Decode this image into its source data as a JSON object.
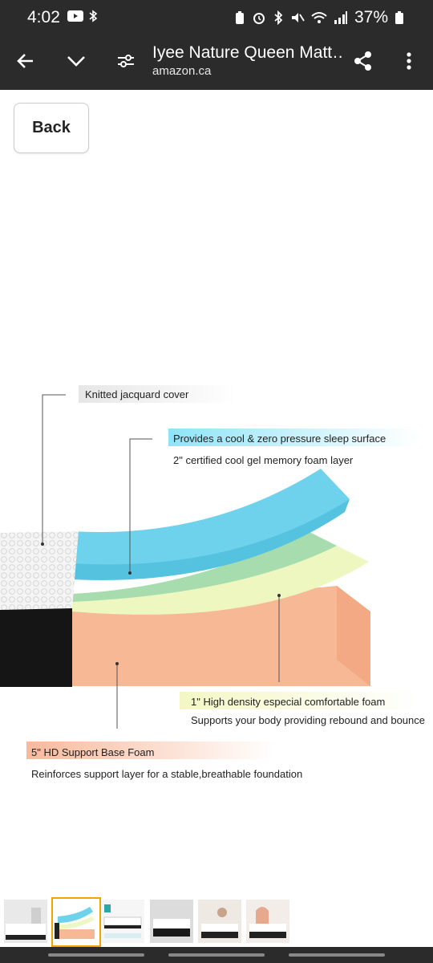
{
  "status_bar": {
    "time": "4:02",
    "battery": "37%"
  },
  "toolbar": {
    "title": "Iyee Nature Queen Matt…",
    "subtitle": "amazon.ca"
  },
  "page": {
    "back_label": "Back"
  },
  "diagram": {
    "labels": [
      "Knitted jacquard cover",
      "Provides a cool & zero pressure sleep surface",
      "2\" certified cool gel memory foam layer",
      "1\" High density especial comfortable foam",
      "Supports your body providing rebound and bounce",
      "5\" HD Support Base Foam",
      "Reinforces support layer for a stable,breathable foundation"
    ]
  },
  "colors": {
    "bar": "#2b2b2b",
    "gel_blue": "#6fd2ec",
    "green_layer": "#c9e7c2",
    "base_peach": "#f7b896",
    "selected_thumb": "#f0a500"
  }
}
